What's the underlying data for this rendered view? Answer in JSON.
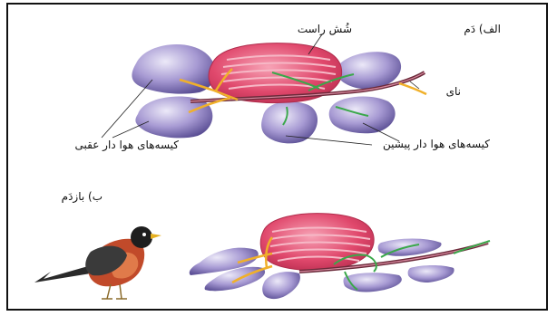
{
  "panel_a": {
    "label": "الف) دَم",
    "right_lung": "شُش راست",
    "trachea": "نای",
    "anterior_air_sacs": "کیسه‌های هوا دار پیشین",
    "posterior_air_sacs": "کیسه‌های هوا دار عقبی"
  },
  "panel_b": {
    "label": "ب) بازدَم"
  },
  "colors": {
    "air_sac": "#8a7fc0",
    "lung": "#e0486c",
    "trachea": "#6b2a3a",
    "airflow_yellow": "#f0b02a",
    "airflow_green": "#3aa84a"
  }
}
